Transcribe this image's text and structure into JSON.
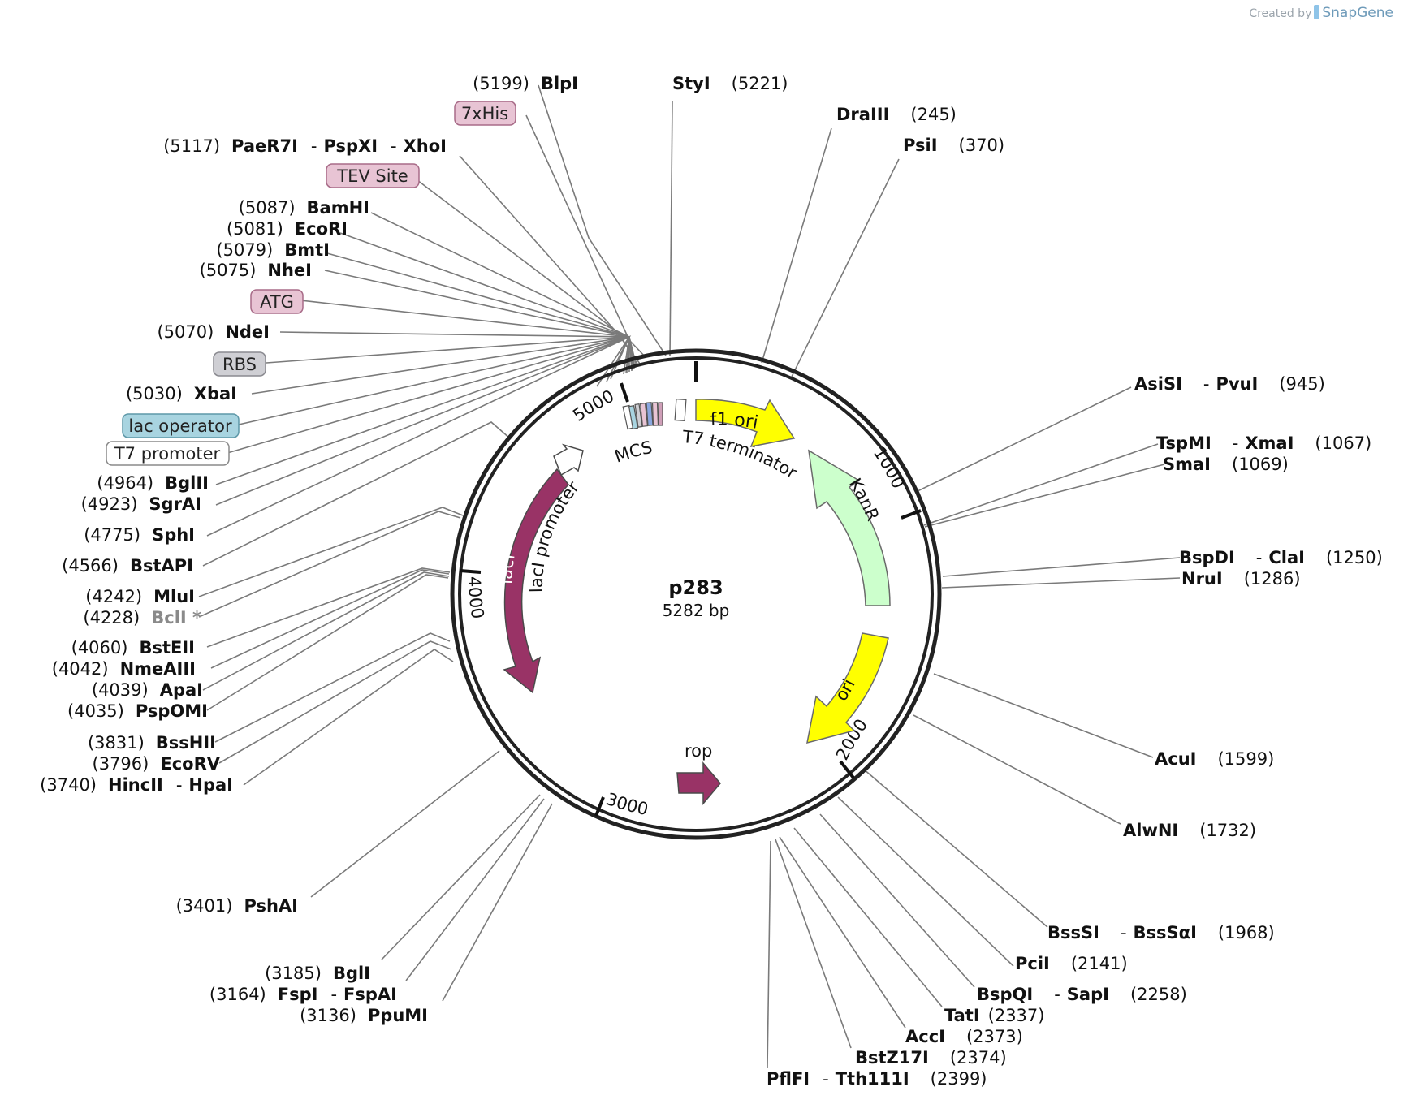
{
  "credit": {
    "prefix": "Created by",
    "brand": "SnapGene"
  },
  "plasmid": {
    "name": "p283",
    "size": "5282 bp"
  },
  "ticks": [
    "1000",
    "2000",
    "3000",
    "4000",
    "5000"
  ],
  "features": {
    "f1_ori": "f1 ori",
    "kanr": "KanR",
    "ori": "ori",
    "rop": "rop",
    "laci": "lacI",
    "laci_promoter": "lacI promoter",
    "mcs": "MCS",
    "t7_terminator": "T7 terminator"
  },
  "feature_boxes": {
    "his": "7xHis",
    "tev": "TEV Site",
    "atg": "ATG",
    "rbs": "RBS",
    "lac_operator": "lac operator",
    "t7_promoter": "T7 promoter"
  },
  "sites": {
    "blpi": {
      "pos": "(5199)",
      "name": "BlpI"
    },
    "styi": {
      "pos": "(5221)",
      "name": "StyI"
    },
    "draiii": {
      "pos": "(245)",
      "name": "DraIII"
    },
    "psii": {
      "pos": "(370)",
      "name": "PsiI"
    },
    "paer7i": {
      "pos": "(5117)",
      "name1": "PaeR7I",
      "sep1": "-",
      "name2": "PspXI",
      "sep2": "-",
      "name3": "XhoI"
    },
    "bamhi": {
      "pos": "(5087)",
      "name": "BamHI"
    },
    "ecori": {
      "pos": "(5081)",
      "name": "EcoRI"
    },
    "bmti": {
      "pos": "(5079)",
      "name": "BmtI"
    },
    "nhei": {
      "pos": "(5075)",
      "name": "NheI"
    },
    "ndei": {
      "pos": "(5070)",
      "name": "NdeI"
    },
    "xbai": {
      "pos": "(5030)",
      "name": "XbaI"
    },
    "bglii": {
      "pos": "(4964)",
      "name": "BglII"
    },
    "sgrai": {
      "pos": "(4923)",
      "name": "SgrAI"
    },
    "sphi": {
      "pos": "(4775)",
      "name": "SphI"
    },
    "bstapi": {
      "pos": "(4566)",
      "name": "BstAPI"
    },
    "mlui": {
      "pos": "(4242)",
      "name": "MluI"
    },
    "bcli": {
      "pos": "(4228)",
      "name": "BclI *"
    },
    "bsteii": {
      "pos": "(4060)",
      "name": "BstEII"
    },
    "nmeaiii": {
      "pos": "(4042)",
      "name": "NmeAIII"
    },
    "apai": {
      "pos": "(4039)",
      "name": "ApaI"
    },
    "pspomi": {
      "pos": "(4035)",
      "name": "PspOMI"
    },
    "bsshii": {
      "pos": "(3831)",
      "name": "BssHII"
    },
    "ecorv": {
      "pos": "(3796)",
      "name": "EcoRV"
    },
    "hincii": {
      "pos": "(3740)",
      "name1": "HincII",
      "sep": "-",
      "name2": "HpaI"
    },
    "pshai": {
      "pos": "(3401)",
      "name": "PshAI"
    },
    "bgli": {
      "pos": "(3185)",
      "name": "BglI"
    },
    "fspi": {
      "pos": "(3164)",
      "name1": "FspI",
      "sep": "-",
      "name2": "FspAI"
    },
    "ppumi": {
      "pos": "(3136)",
      "name": "PpuMI"
    },
    "asisi": {
      "name1": "AsiSI",
      "sep": "-",
      "name2": "PvuI",
      "pos": "(945)"
    },
    "tspmi": {
      "name1": "TspMI",
      "sep": "-",
      "name2": "XmaI",
      "pos": "(1067)"
    },
    "smai": {
      "name": "SmaI",
      "pos": "(1069)"
    },
    "bspdi": {
      "name1": "BspDI",
      "sep": "-",
      "name2": "ClaI",
      "pos": "(1250)"
    },
    "nrui": {
      "name": "NruI",
      "pos": "(1286)"
    },
    "acui": {
      "name": "AcuI",
      "pos": "(1599)"
    },
    "alwni": {
      "name": "AlwNI",
      "pos": "(1732)"
    },
    "bsssi": {
      "name1": "BssSI",
      "sep": "-",
      "name2": "BssSαI",
      "pos": "(1968)"
    },
    "pcii": {
      "name": "PciI",
      "pos": "(2141)"
    },
    "bspqi": {
      "name1": "BspQI",
      "sep": "-",
      "name2": "SapI",
      "pos": "(2258)"
    },
    "tati": {
      "name": "TatI",
      "pos": "(2337)"
    },
    "acci": {
      "name": "AccI",
      "pos": "(2373)"
    },
    "bstz17i": {
      "name": "BstZ17I",
      "pos": "(2374)"
    },
    "pflfi": {
      "name1": "PflFI",
      "sep": "-",
      "name2": "Tth111I",
      "pos": "(2399)"
    }
  },
  "colors": {
    "yellow": "#ffff00",
    "kanr_green": "#ccffcc",
    "laci_purple": "#993366",
    "his_pink": "#e8c4d4",
    "rbs_gray": "#cfcfd4",
    "lac_operator_blue": "#a8d4e0"
  }
}
